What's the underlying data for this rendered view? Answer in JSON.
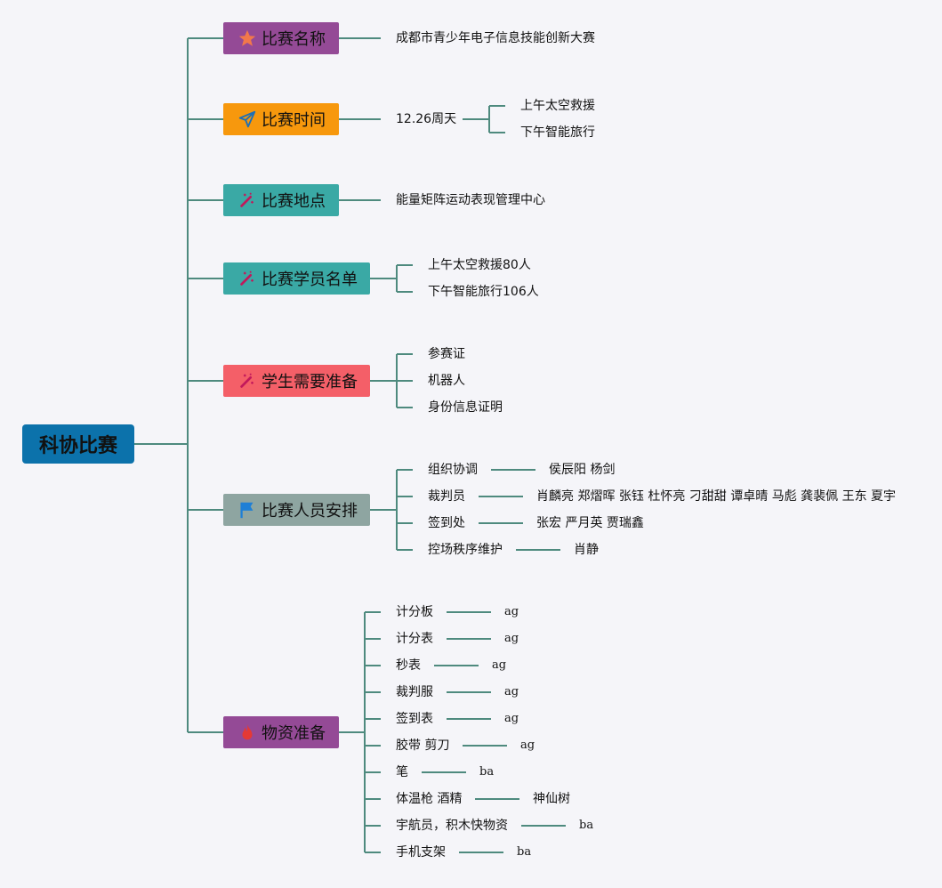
{
  "root": {
    "label": "科协比赛"
  },
  "colors": {
    "line": "#4e8a7e",
    "root_bg": "#0c72ab",
    "purple": "#944a96",
    "orange": "#f7980d",
    "teal": "#3aa9a5",
    "red": "#f45f68",
    "gray": "#8ea5a1",
    "background": "#f5f5f9"
  },
  "topics": [
    {
      "label": "比赛名称",
      "icon": "star-icon",
      "color": "#944a96",
      "children": [
        {
          "label": "成都市青少年电子信息技能创新大赛"
        }
      ]
    },
    {
      "label": "比赛时间",
      "icon": "paper-plane-icon",
      "color": "#f7980d",
      "children": [
        {
          "label": "12.26周天",
          "children": [
            {
              "label": "上午太空救援"
            },
            {
              "label": "下午智能旅行"
            }
          ]
        }
      ]
    },
    {
      "label": "比赛地点",
      "icon": "magic-wand-icon",
      "color": "#3aa9a5",
      "children": [
        {
          "label": "能量矩阵运动表现管理中心"
        }
      ]
    },
    {
      "label": "比赛学员名单",
      "icon": "magic-wand-icon",
      "color": "#3aa9a5",
      "children": [
        {
          "label": "上午太空救援80人"
        },
        {
          "label": "下午智能旅行106人"
        }
      ]
    },
    {
      "label": "学生需要准备",
      "icon": "magic-wand-icon",
      "color": "#f45f68",
      "children": [
        {
          "label": "参赛证"
        },
        {
          "label": "机器人"
        },
        {
          "label": "身份信息证明"
        }
      ]
    },
    {
      "label": "比赛人员安排",
      "icon": "flag-icon",
      "color": "#8ea5a1",
      "children": [
        {
          "label": "组织协调",
          "children": [
            {
              "label": "侯辰阳 杨剑"
            }
          ]
        },
        {
          "label": "裁判员",
          "children": [
            {
              "label": "肖麟亮 郑熠晖 张钰 杜怀亮 刁甜甜 谭卓晴 马彪 龚裴佩 王东 夏宇"
            }
          ]
        },
        {
          "label": "签到处",
          "children": [
            {
              "label": "张宏 严月英 贾瑞鑫"
            }
          ]
        },
        {
          "label": "控场秩序维护",
          "children": [
            {
              "label": "肖静"
            }
          ]
        }
      ]
    },
    {
      "label": "物资准备",
      "icon": "fire-icon",
      "color": "#944a96",
      "children": [
        {
          "label": "计分板",
          "children": [
            {
              "label": "ag"
            }
          ]
        },
        {
          "label": "计分表",
          "children": [
            {
              "label": "ag"
            }
          ]
        },
        {
          "label": "秒表",
          "children": [
            {
              "label": "ag"
            }
          ]
        },
        {
          "label": "裁判服",
          "children": [
            {
              "label": "ag"
            }
          ]
        },
        {
          "label": "签到表",
          "children": [
            {
              "label": "ag"
            }
          ]
        },
        {
          "label": "胶带 剪刀",
          "children": [
            {
              "label": "ag"
            }
          ]
        },
        {
          "label": "笔",
          "children": [
            {
              "label": "ba"
            }
          ]
        },
        {
          "label": "体温枪 酒精",
          "children": [
            {
              "label": "神仙树"
            }
          ]
        },
        {
          "label": "宇航员，积木快物资",
          "children": [
            {
              "label": "ba"
            }
          ]
        },
        {
          "label": "手机支架",
          "children": [
            {
              "label": "ba"
            }
          ]
        }
      ]
    }
  ]
}
